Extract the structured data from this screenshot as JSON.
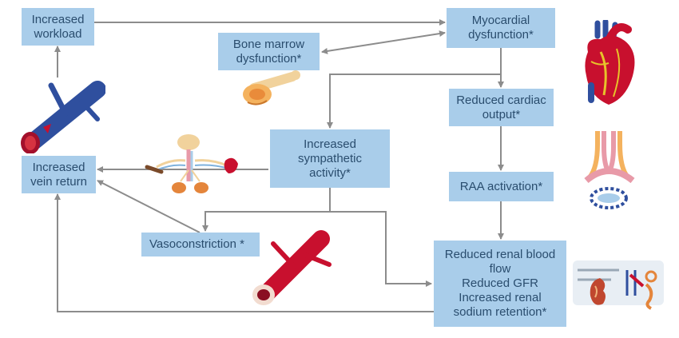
{
  "boxes": {
    "increased_workload": [
      "Increased",
      "workload"
    ],
    "myocardial_dysfunction": [
      "Myocardial",
      "dysfunction*"
    ],
    "bone_marrow_dysfunction": [
      "Bone marrow",
      "dysfunction*"
    ],
    "reduced_cardiac_output": [
      "Reduced cardiac",
      "output*"
    ],
    "increased_sympathetic_activity": [
      "Increased",
      "sympathetic",
      "activity*"
    ],
    "increased_vein_return": [
      "Increased",
      "vein return"
    ],
    "raa_activation": [
      "RAA activation*"
    ],
    "vasoconstriction": [
      "Vasoconstriction *"
    ],
    "renal_effects": [
      "Reduced renal blood",
      "flow",
      "Reduced GFR",
      "Increased renal",
      "sodium retention*"
    ]
  },
  "illustrations": [
    "vein-illustration",
    "bone-marrow-illustration",
    "heart-illustration",
    "nervous-system-illustration",
    "juxtaglomerular-illustration",
    "artery-illustration",
    "kidney-illustration"
  ],
  "colors": {
    "box_fill": "#a9cdea",
    "box_text": "#2a4d6e",
    "arrow": "#8c8c8c",
    "vein": "#2f4f9e",
    "artery": "#c8102e"
  }
}
